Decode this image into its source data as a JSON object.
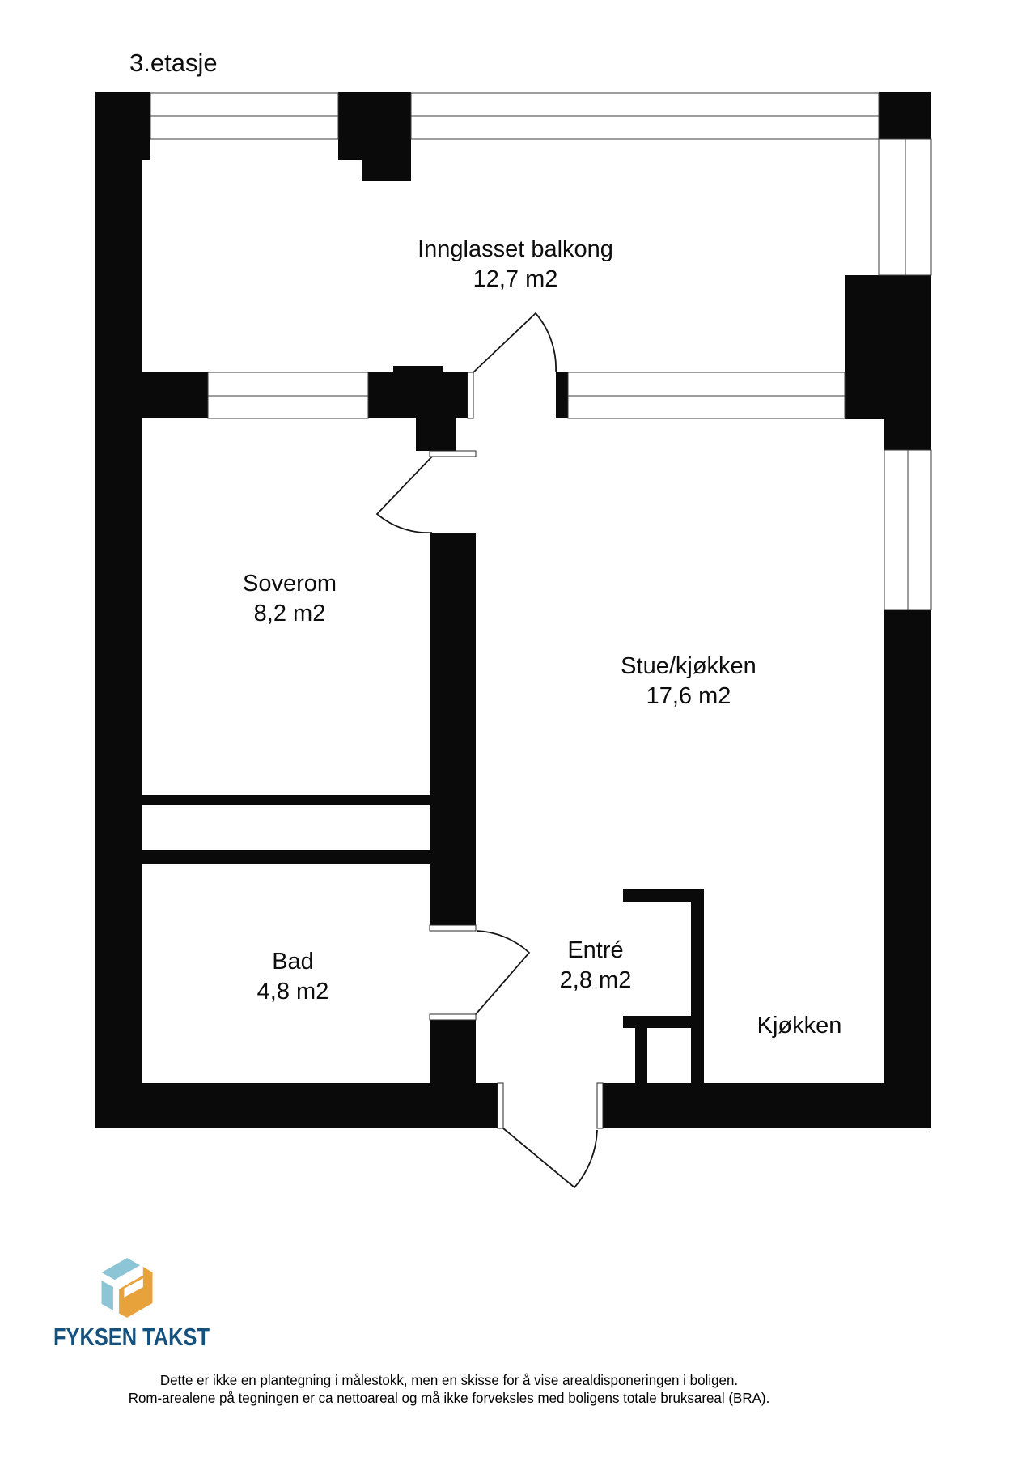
{
  "title": "3.etasje",
  "rooms": [
    {
      "id": "balcony",
      "name": "Innglasset balkong",
      "area": "12,7 m2"
    },
    {
      "id": "bedroom",
      "name": "Soverom",
      "area": "8,2 m2"
    },
    {
      "id": "living",
      "name": "Stue/kjøkken",
      "area": "17,6 m2"
    },
    {
      "id": "bath",
      "name": "Bad",
      "area": "4,8 m2"
    },
    {
      "id": "entry",
      "name": "Entré",
      "area": "2,8 m2"
    },
    {
      "id": "kitchen",
      "name": "Kjøkken",
      "area": ""
    }
  ],
  "logo": {
    "company": "FYKSEN TAKST"
  },
  "disclaimer": {
    "line1": "Dette er ikke en plantegning i målestokk, men en skisse for å vise arealdisponeringen i boligen.",
    "line2": "Rom-arealene på tegningen er ca nettoareal og må ikke forveksles med boligens totale bruksareal (BRA)."
  },
  "colors": {
    "wall": "#0a0a0a",
    "logo_blue": "#8cc5d6",
    "logo_orange": "#e8a23c",
    "logo_text": "#15517e"
  }
}
